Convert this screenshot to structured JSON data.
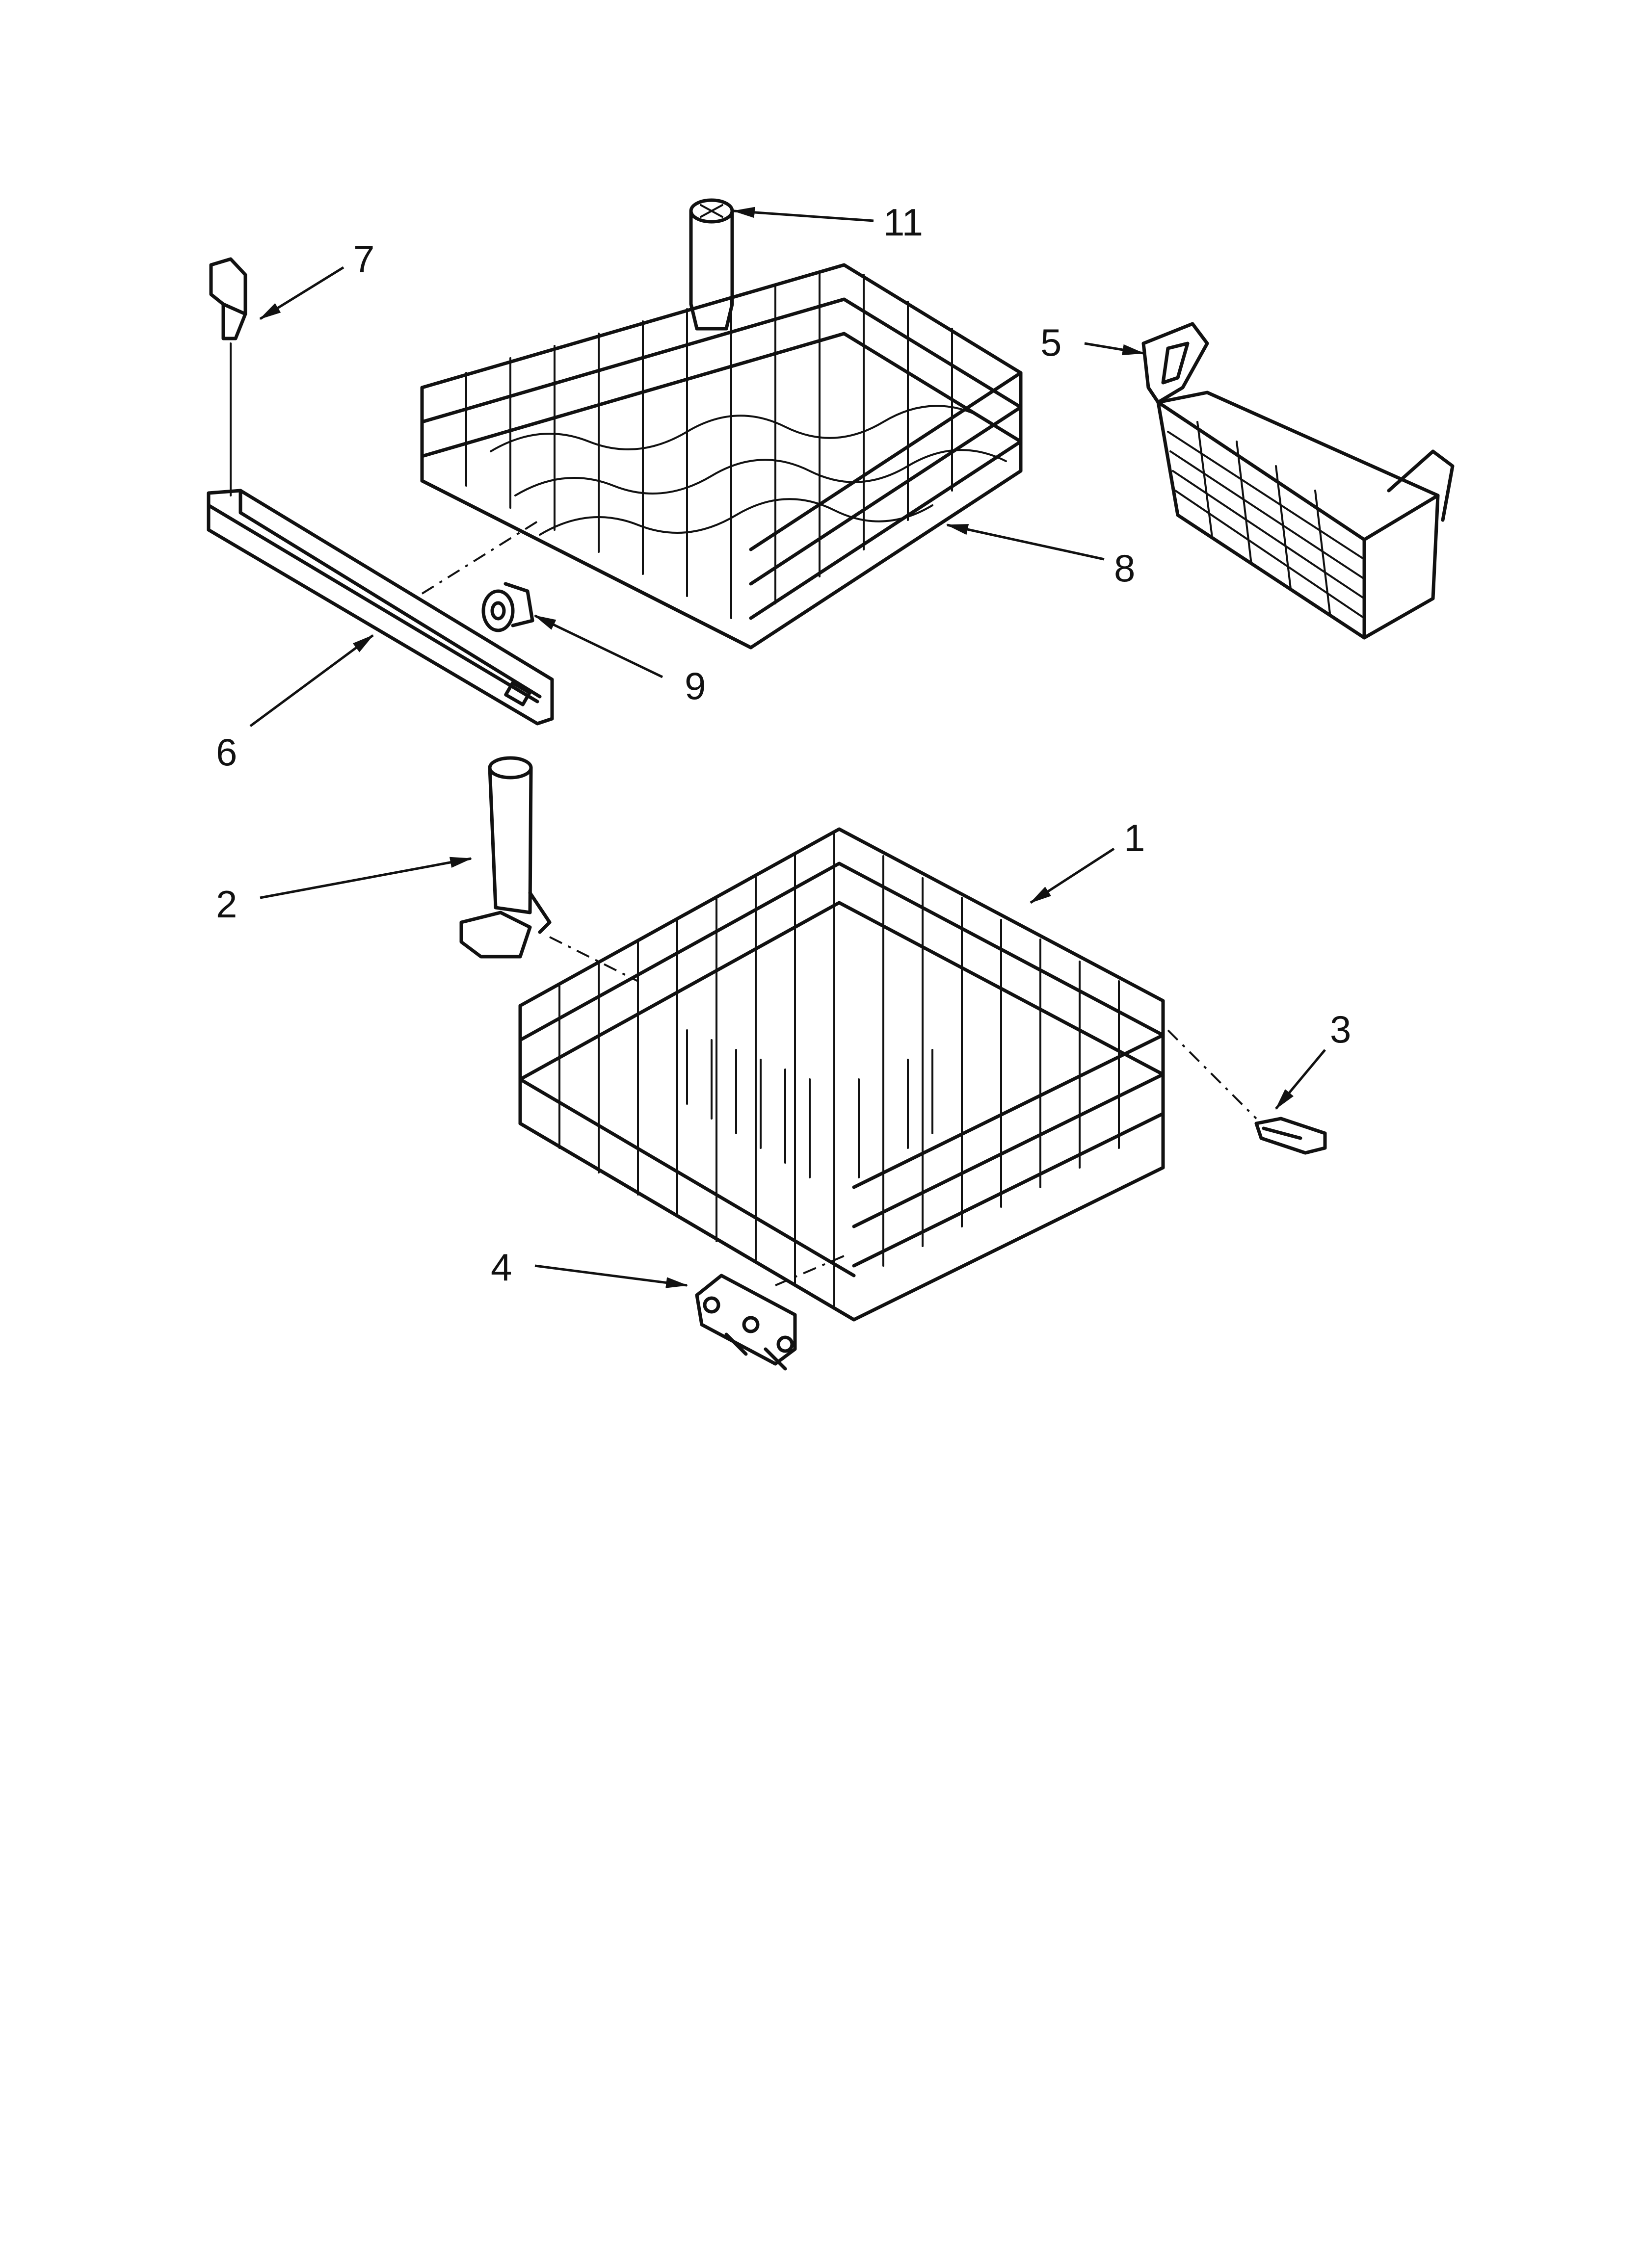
{
  "callouts": [
    {
      "id": "1",
      "label": "1"
    },
    {
      "id": "2",
      "label": "2"
    },
    {
      "id": "3",
      "label": "3"
    },
    {
      "id": "4",
      "label": "4"
    },
    {
      "id": "5",
      "label": "5"
    },
    {
      "id": "6",
      "label": "6"
    },
    {
      "id": "7",
      "label": "7"
    },
    {
      "id": "8",
      "label": "8"
    },
    {
      "id": "9",
      "label": "9"
    },
    {
      "id": "11",
      "label": "11"
    }
  ],
  "parts": [
    "upper-rack",
    "lower-rack",
    "silverware-basket",
    "rack-track-rail",
    "track-end-cap",
    "upper-rack-wheel",
    "upper-spray-tower",
    "lower-spray-tower",
    "rack-bumper-clip",
    "lower-rack-wheel-assembly"
  ]
}
